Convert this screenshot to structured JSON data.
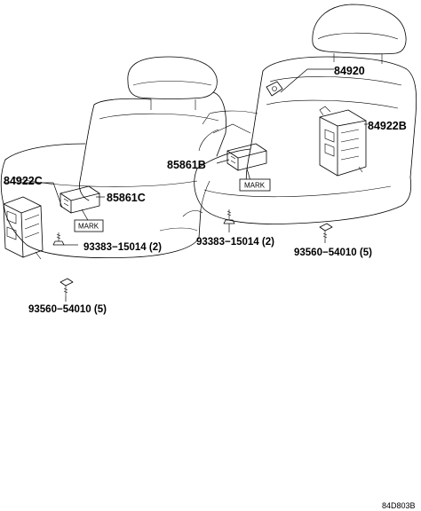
{
  "diagram_id": "84D803B",
  "labels": {
    "part_84920": "84920",
    "part_84922b": "84922B",
    "part_85861b": "85861B",
    "part_84922c": "84922C",
    "part_85861c": "85861C",
    "bolt_left": "93383−15014 (2)",
    "bolt_center": "93383−15014 (2)",
    "screw_right": "93560−54010 (5)",
    "screw_left": "93560−54010 (5)"
  },
  "mark_tags": {
    "left": "MARK",
    "right": "MARK"
  }
}
